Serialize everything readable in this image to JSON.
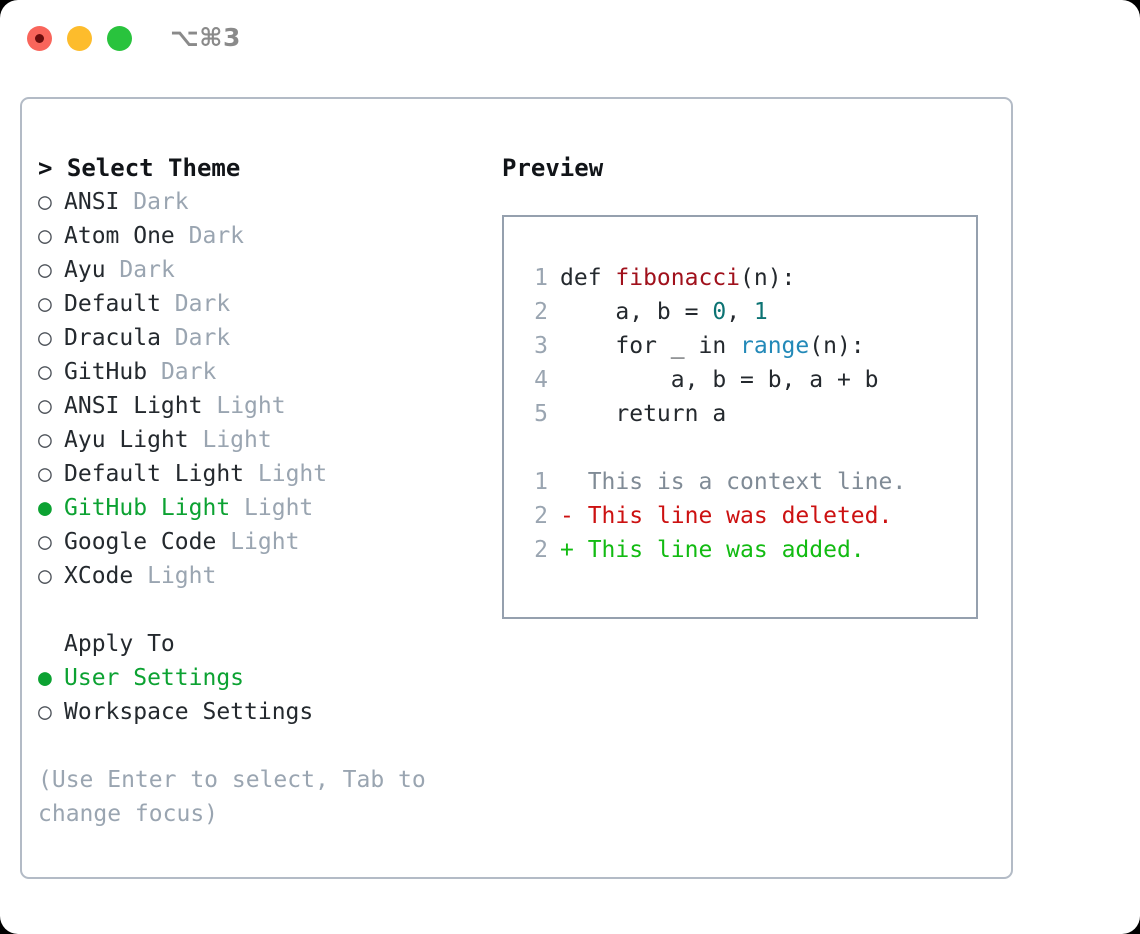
{
  "titlebar": {
    "shortcut": "⌥⌘3",
    "dots": [
      {
        "name": "close",
        "color": "#f9655b"
      },
      {
        "name": "minimize",
        "color": "#fdbc2c"
      },
      {
        "name": "zoom",
        "color": "#29c33d"
      }
    ]
  },
  "theme_panel": {
    "heading_prompt": "> ",
    "heading": "Select Theme",
    "marker_selected": "●",
    "marker_unselected": "○",
    "items": [
      {
        "name": "ANSI",
        "variant": "Dark",
        "selected": false
      },
      {
        "name": "Atom One",
        "variant": "Dark",
        "selected": false
      },
      {
        "name": "Ayu",
        "variant": "Dark",
        "selected": false
      },
      {
        "name": "Default",
        "variant": "Dark",
        "selected": false
      },
      {
        "name": "Dracula",
        "variant": "Dark",
        "selected": false
      },
      {
        "name": "GitHub",
        "variant": "Dark",
        "selected": false
      },
      {
        "name": "ANSI Light",
        "variant": "Light",
        "selected": false
      },
      {
        "name": "Ayu Light",
        "variant": "Light",
        "selected": false
      },
      {
        "name": "Default Light",
        "variant": "Light",
        "selected": false
      },
      {
        "name": "GitHub Light",
        "variant": "Light",
        "selected": true
      },
      {
        "name": "Google Code",
        "variant": "Light",
        "selected": false
      },
      {
        "name": "XCode",
        "variant": "Light",
        "selected": false
      }
    ],
    "apply_to_heading": "Apply To",
    "apply_to_items": [
      {
        "name": "User Settings",
        "selected": true
      },
      {
        "name": "Workspace Settings",
        "selected": false
      }
    ],
    "hint": "(Use Enter to select, Tab to change focus)"
  },
  "preview": {
    "title": "Preview",
    "code_lines": [
      {
        "num": "1",
        "tokens": [
          {
            "t": "def ",
            "c": "plain"
          },
          {
            "t": "fibonacci",
            "c": "fn"
          },
          {
            "t": "(n):",
            "c": "plain"
          }
        ]
      },
      {
        "num": "2",
        "tokens": [
          {
            "t": "    a, b = ",
            "c": "plain"
          },
          {
            "t": "0",
            "c": "num"
          },
          {
            "t": ", ",
            "c": "plain"
          },
          {
            "t": "1",
            "c": "num"
          }
        ]
      },
      {
        "num": "3",
        "tokens": [
          {
            "t": "    for _ in ",
            "c": "plain"
          },
          {
            "t": "range",
            "c": "call"
          },
          {
            "t": "(n):",
            "c": "plain"
          }
        ]
      },
      {
        "num": "4",
        "tokens": [
          {
            "t": "        a, b = b, a + b",
            "c": "plain"
          }
        ]
      },
      {
        "num": "5",
        "tokens": [
          {
            "t": "    return a",
            "c": "plain"
          }
        ]
      }
    ],
    "diff_lines": [
      {
        "num": "1",
        "sign": "  ",
        "text": "This is a context line.",
        "kind": "ctx"
      },
      {
        "num": "2",
        "sign": "- ",
        "text": "This line was deleted.",
        "kind": "del"
      },
      {
        "num": "2",
        "sign": "+ ",
        "text": "This line was added.",
        "kind": "add"
      }
    ]
  },
  "colors": {
    "accent_green": "#0ca232",
    "muted": "#9aa5b1",
    "diff_add": "#12bb12",
    "diff_del": "#cc1111",
    "syntax_function": "#a0111c",
    "syntax_number": "#0c7373",
    "syntax_call": "#2389b8",
    "panel_border": "#b3bbc6",
    "preview_border": "#95a0ae"
  }
}
